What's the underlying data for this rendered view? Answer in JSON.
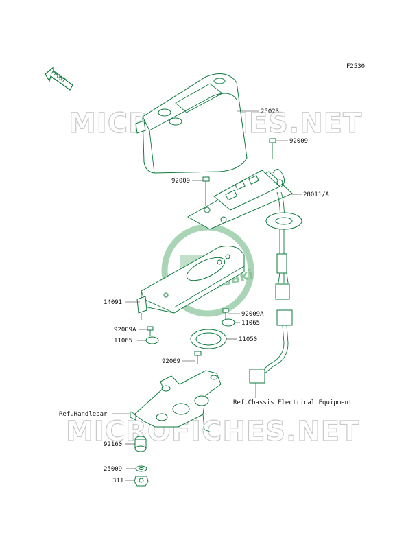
{
  "code": "F2530",
  "front_arrow_text": "FRONT",
  "watermark_text": "MICROFICHES.NET",
  "brand_logo_text": "Kawasaki",
  "colors": {
    "line": "#0b7a3b",
    "logo": "#8cc79d",
    "watermark": "#c9c9c9"
  },
  "labels": [
    {
      "id": "l25023",
      "text": "25023"
    },
    {
      "id": "l92009top",
      "text": "92009"
    },
    {
      "id": "l92009left",
      "text": "92009"
    },
    {
      "id": "l28011",
      "text": "28011/A"
    },
    {
      "id": "l14091",
      "text": "14091"
    },
    {
      "id": "l92009a_r",
      "text": "92009A"
    },
    {
      "id": "l11065_r",
      "text": "11065"
    },
    {
      "id": "l92009a_l",
      "text": "92009A"
    },
    {
      "id": "l11065_l",
      "text": "11065"
    },
    {
      "id": "l11050",
      "text": "11050"
    },
    {
      "id": "l92009low",
      "text": "92009"
    },
    {
      "id": "lchassis",
      "text": "Ref.Chassis Electrical Equipment"
    },
    {
      "id": "lhandlebar",
      "text": "Ref.Handlebar"
    },
    {
      "id": "l92160",
      "text": "92160"
    },
    {
      "id": "l25009",
      "text": "25009"
    },
    {
      "id": "l311",
      "text": "311"
    }
  ]
}
